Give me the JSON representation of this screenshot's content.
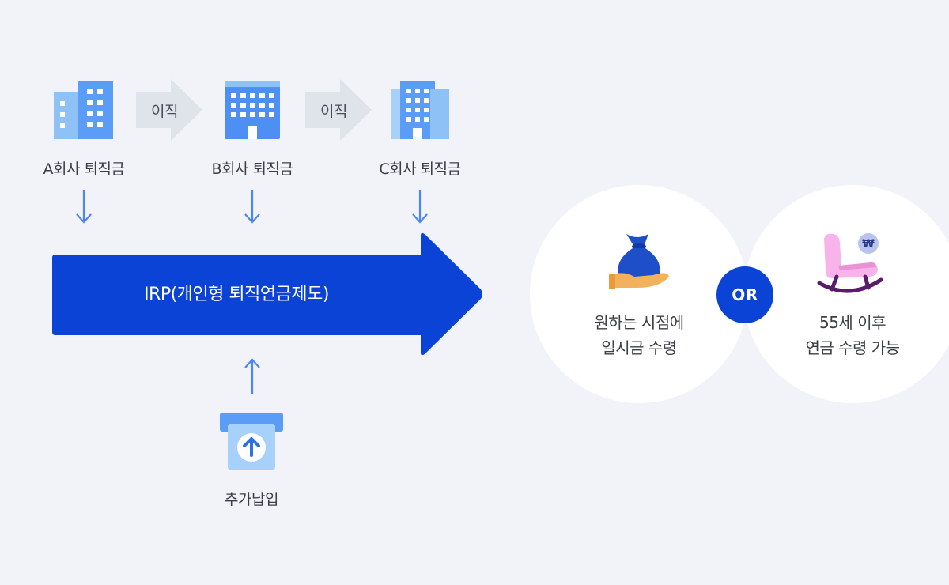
{
  "companies": [
    {
      "label": "A회사 퇴직금",
      "icon": "office-building-icon"
    },
    {
      "label": "B회사 퇴직금",
      "icon": "office-building-icon"
    },
    {
      "label": "C회사 퇴직금",
      "icon": "office-building-icon"
    }
  ],
  "transitions": [
    "이직",
    "이직"
  ],
  "irp": {
    "label": "IRP(개인형 퇴직연금제도)"
  },
  "additional": {
    "label": "추가납입",
    "icon": "deposit-upload-icon"
  },
  "options": [
    {
      "line1": "원하는 시점에",
      "line2": "일시금 수령",
      "icon": "money-bag-hand-icon"
    },
    {
      "line1": "55세 이후",
      "line2": "연금 수령 가능",
      "icon": "rocking-chair-won-icon"
    }
  ],
  "or_label": "OR",
  "colors": {
    "background": "#f1f3f8",
    "primary": "#0a43d6",
    "arrow_line": "#4d86f0",
    "building_light": "#8ec2f7",
    "building_mid": "#5b9cf6",
    "chevron": "#dfe3ea"
  }
}
